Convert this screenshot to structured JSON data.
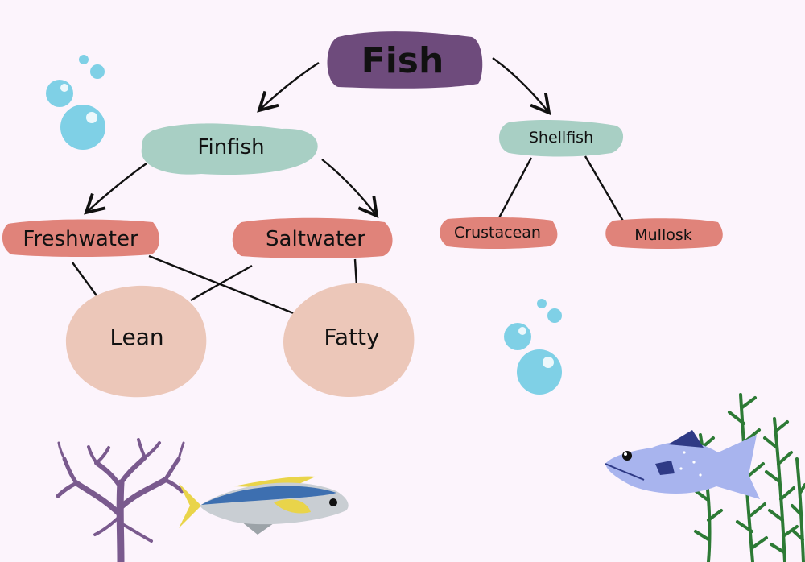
{
  "diagram": {
    "root": {
      "label": "Fish",
      "color": "#6e4b7c",
      "text_color": "#ffffff"
    },
    "categories": [
      {
        "label": "Finfish",
        "color": "#a8cfc4"
      },
      {
        "label": "Shellfish",
        "color": "#a8cfc4"
      }
    ],
    "finfish_types": [
      {
        "label": "Freshwater",
        "color": "#e0837a"
      },
      {
        "label": "Saltwater",
        "color": "#e0837a"
      }
    ],
    "shellfish_types": [
      {
        "label": "Crustacean",
        "color": "#e0837a"
      },
      {
        "label": "Mullosk",
        "color": "#e0837a"
      }
    ],
    "fat_content": [
      {
        "label": "Lean",
        "color": "#ecc7b9"
      },
      {
        "label": "Fatty",
        "color": "#ecc7b9"
      }
    ]
  },
  "decor": {
    "background": "#fcf4fc",
    "bubble_color": "#7fd0e6",
    "coral_color": "#7a5a8e",
    "seaweed_color": "#2d7a35",
    "tuna_color": "#3d6fb0",
    "blue_fish_color": "#a8b4ee"
  }
}
